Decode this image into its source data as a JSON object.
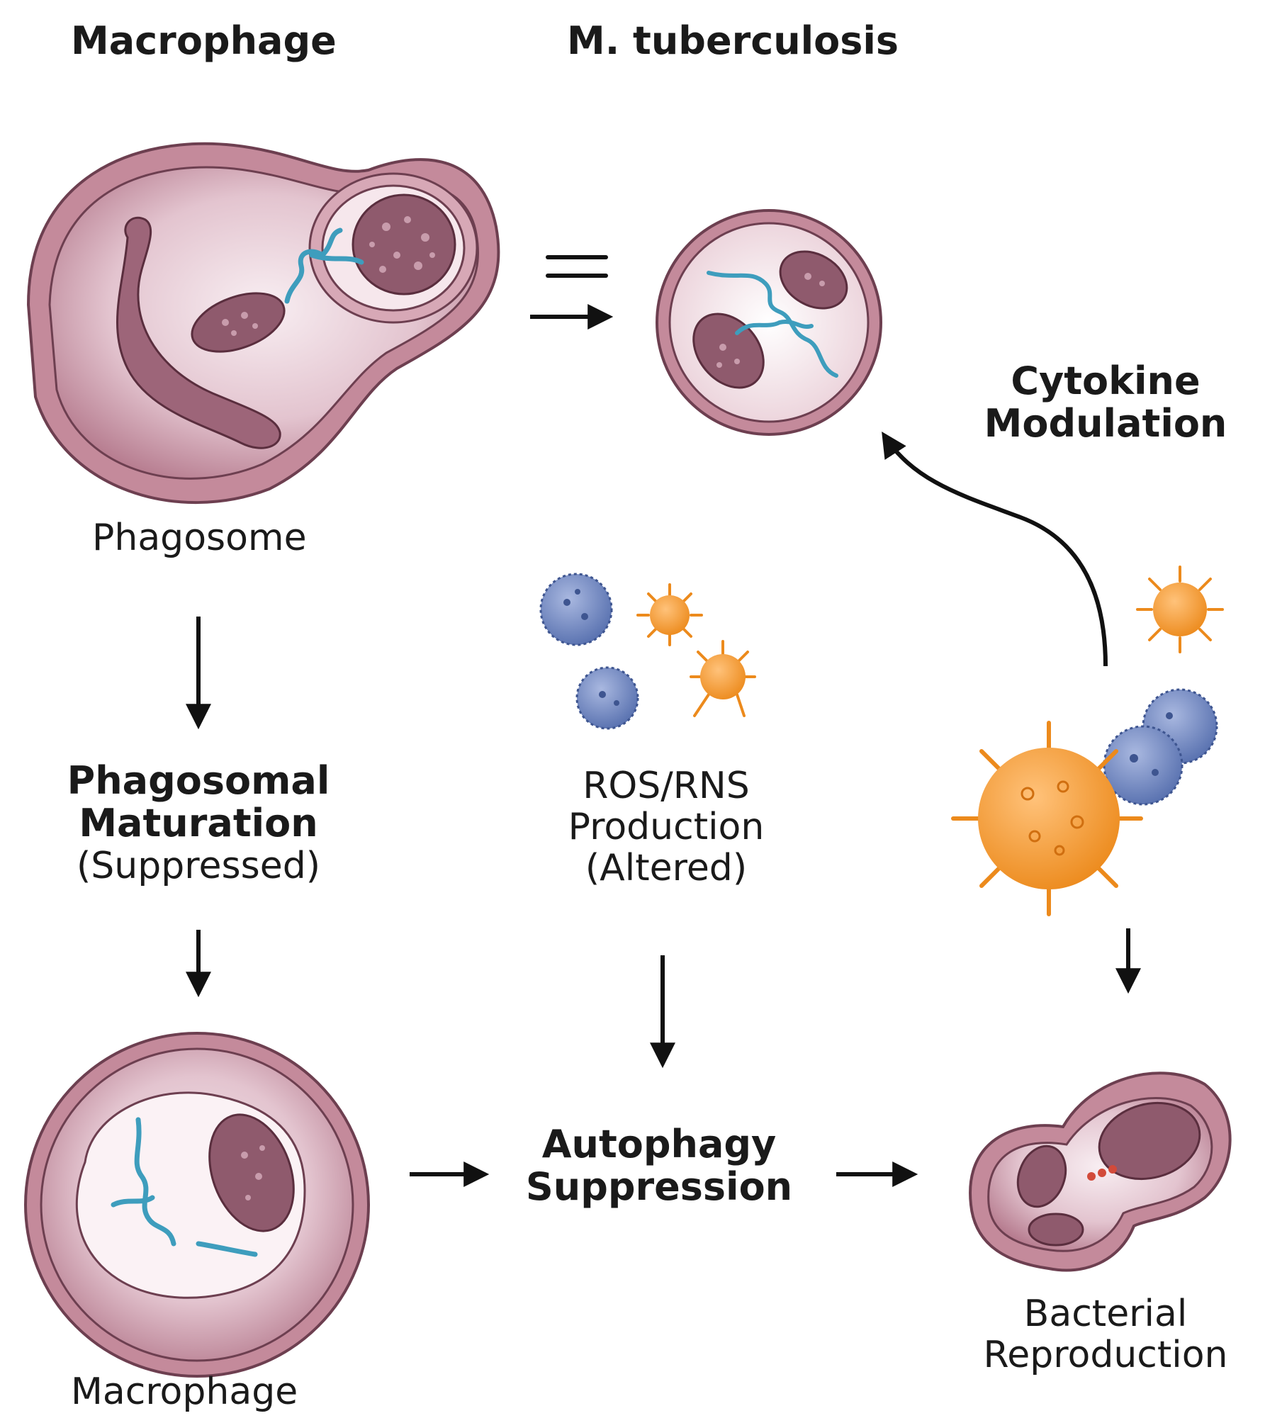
{
  "headers": {
    "macrophage": "Macrophage",
    "mtb": "M. tuberculosis"
  },
  "labels": {
    "phagosome": "Phagosome",
    "phagosomal_line1": "Phagosomal",
    "phagosomal_line2": "Maturation",
    "phagosomal_line3": "(Suppressed)",
    "ros_line1": "ROS/RNS",
    "ros_line2": "Production",
    "ros_line3": "(Altered)",
    "cytokine_line1": "Cytokine",
    "cytokine_line2": "Modulation",
    "autophagy_line1": "Autophagy",
    "autophagy_line2": "Suppression",
    "bacterial_line1": "Bacterial",
    "bacterial_line2": "Reproduction",
    "macrophage_bottom": "Macrophage"
  },
  "colors": {
    "cell_fill": "#c9909f",
    "cell_stroke": "#7a4a5a",
    "cell_inner": "#f3e4ea",
    "bacterium": "#8e5a6c",
    "dna": "#4ba8c8",
    "blue_particle": "#6f86c0",
    "orange_particle": "#f0962a",
    "arrow": "#111111"
  }
}
